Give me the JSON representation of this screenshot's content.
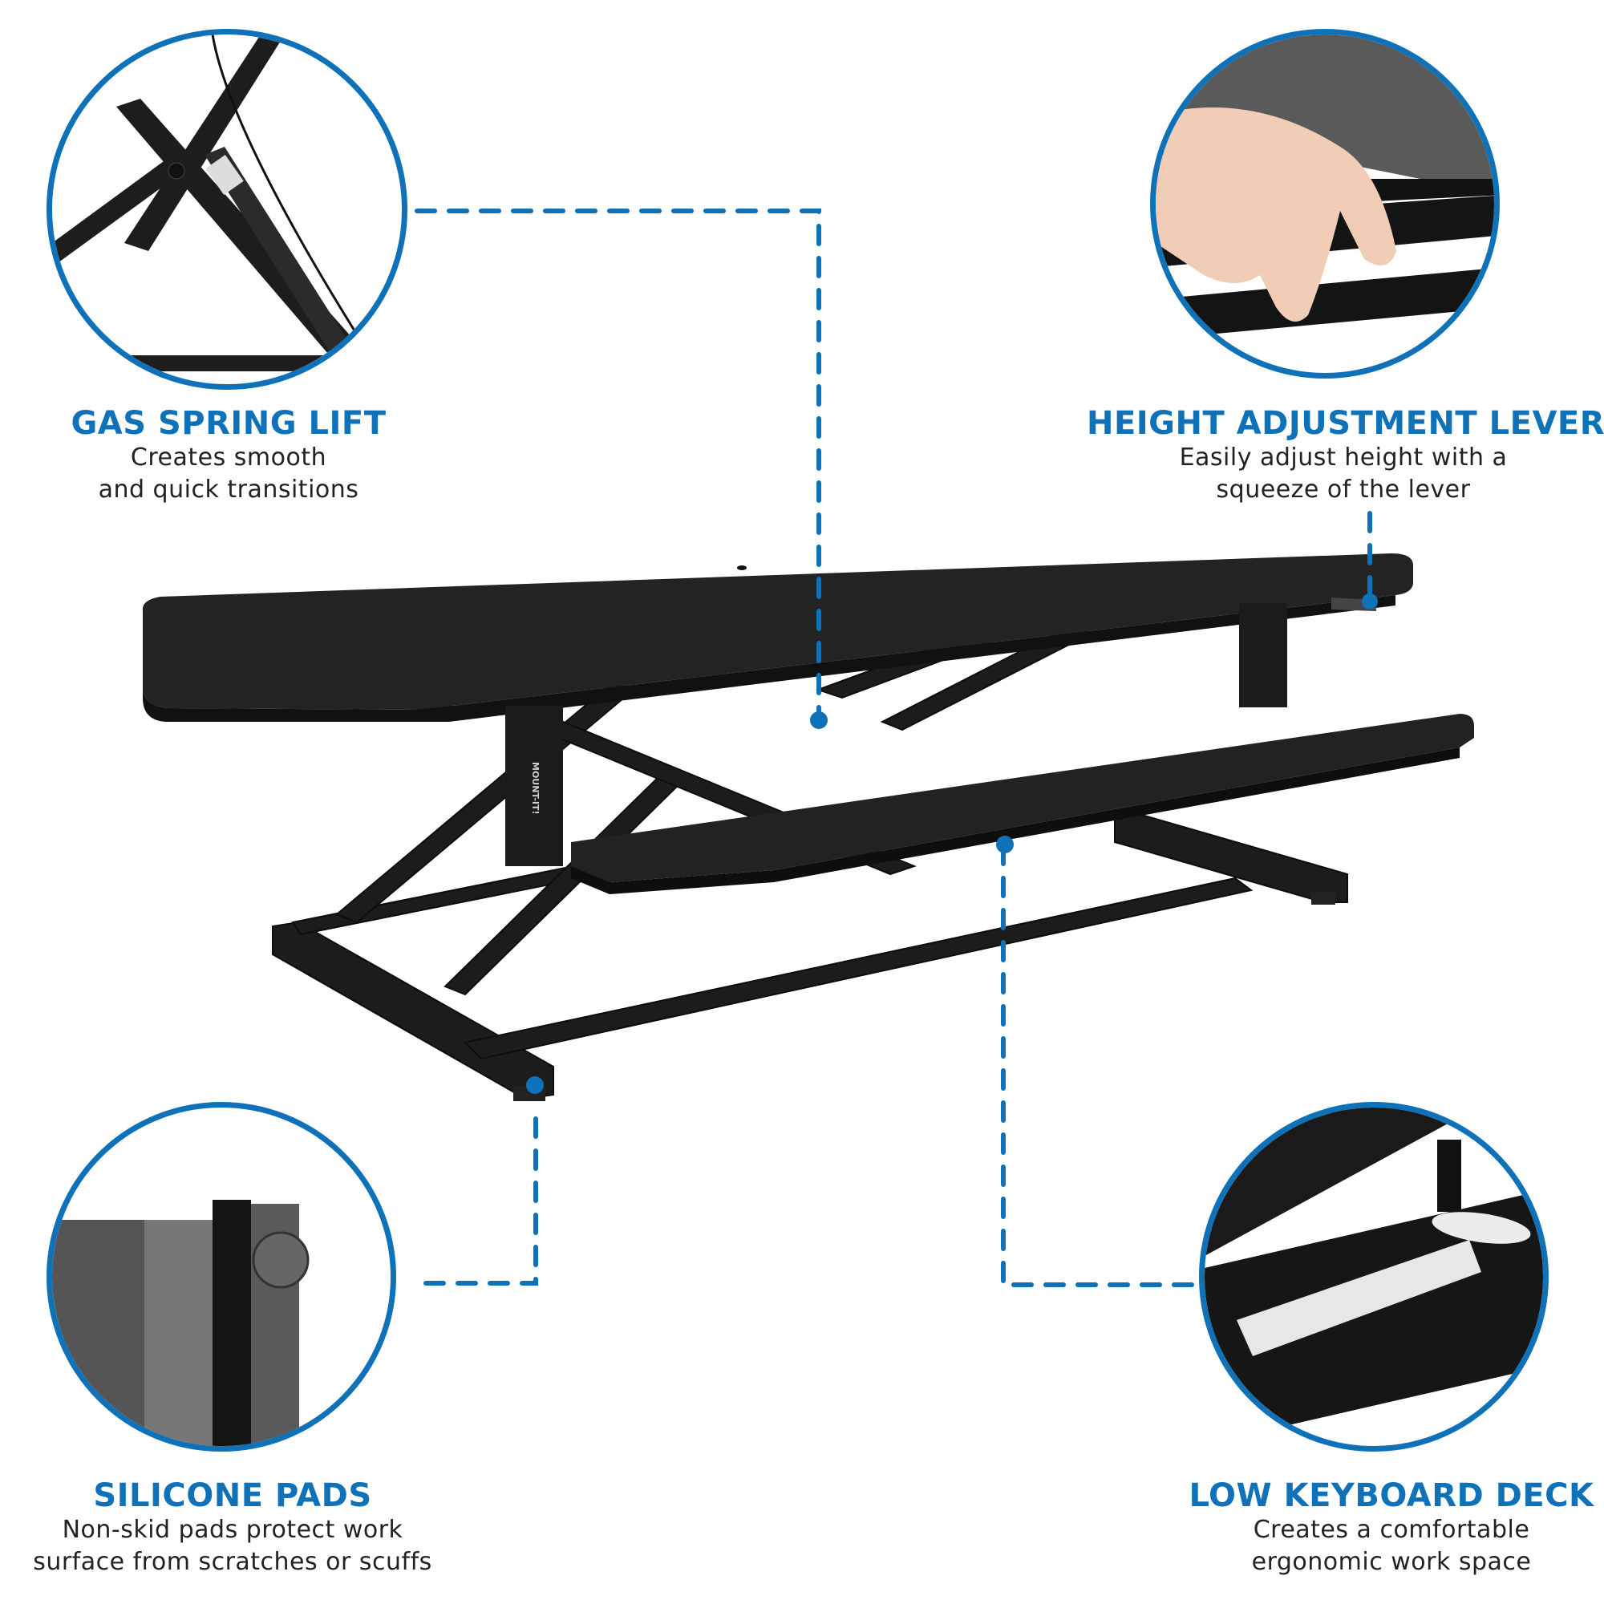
{
  "brand_color": "#0f71b7",
  "product": {
    "logo_text": "MOUNT-IT!"
  },
  "features": [
    {
      "id": "gas-spring-lift",
      "title": "GAS SPRING LIFT",
      "desc_line1": "Creates smooth",
      "desc_line2": "and quick transitions"
    },
    {
      "id": "height-adjustment-lever",
      "title": "HEIGHT ADJUSTMENT LEVER",
      "desc_line1": "Easily adjust height with a",
      "desc_line2": "squeeze of the lever"
    },
    {
      "id": "silicone-pads",
      "title": "SILICONE PADS",
      "desc_line1": "Non-skid pads protect work",
      "desc_line2": "surface from scratches or scuffs"
    },
    {
      "id": "low-keyboard-deck",
      "title": "LOW KEYBOARD DECK",
      "desc_line1": "Creates a comfortable",
      "desc_line2": "ergonomic work space"
    }
  ]
}
